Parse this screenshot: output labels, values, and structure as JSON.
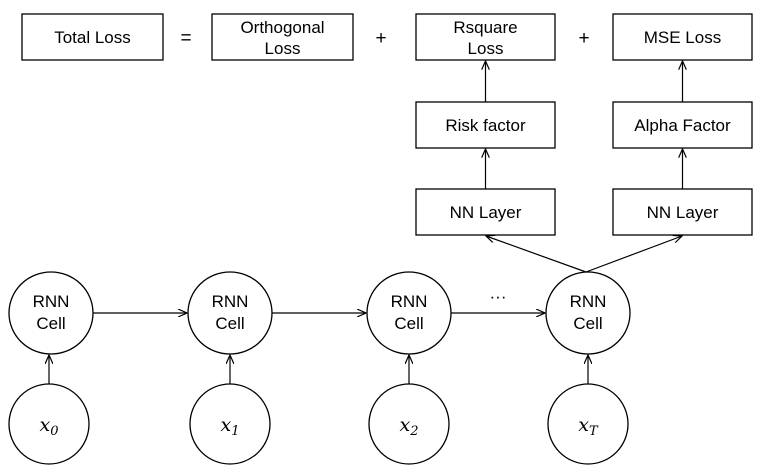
{
  "equation": {
    "total": "Total Loss",
    "equals": "=",
    "plus": "+",
    "orthogonal_line1": "Orthogonal",
    "orthogonal_line2": "Loss",
    "rsquare_line1": "Rsquare",
    "rsquare_line2": "Loss",
    "mse": "MSE Loss"
  },
  "heads": {
    "risk_factor": "Risk factor",
    "alpha_factor": "Alpha Factor",
    "nn_layer": "NN Layer"
  },
  "rnn": {
    "cell_line1": "RNN",
    "cell_line2": "Cell",
    "ellipsis": "···"
  },
  "inputs": [
    {
      "base": "x",
      "sub": "0"
    },
    {
      "base": "x",
      "sub": "1"
    },
    {
      "base": "x",
      "sub": "2"
    },
    {
      "base": "x",
      "sub": "T"
    }
  ]
}
